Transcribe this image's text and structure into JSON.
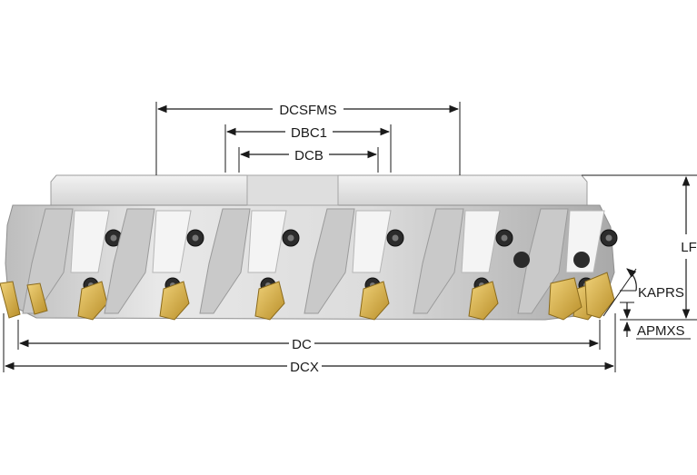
{
  "dimensions": {
    "dcsfms": "DCSFMS",
    "dbc1": "DBC1",
    "dcb": "DCB",
    "lf": "LF",
    "kaprs": "KAPRS",
    "apmxs": "APMXS",
    "dc": "DC",
    "dcx": "DCX"
  },
  "colors": {
    "body_light": "#e6e6e6",
    "body_mid": "#c9c9c9",
    "body_dark": "#9a9a9a",
    "insert_gold": "#d9b34a",
    "screw_dark": "#2b2b2b",
    "line": "#1a1a1a"
  }
}
